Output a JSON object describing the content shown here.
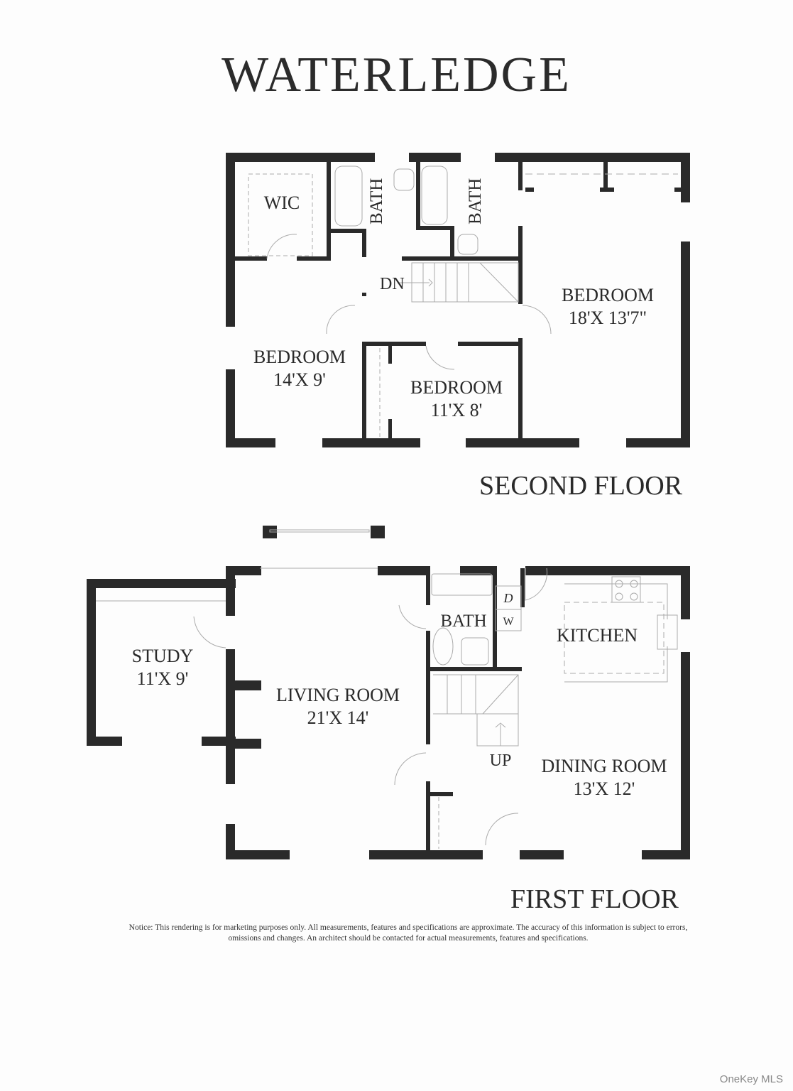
{
  "title": "WATERLEDGE",
  "second_floor": {
    "label": "SECOND FLOOR",
    "rooms": [
      {
        "name": "WIC",
        "dims": ""
      },
      {
        "name": "BATH",
        "dims": ""
      },
      {
        "name": "BATH",
        "dims": ""
      },
      {
        "name": "BEDROOM",
        "dims": "18'X 13'7\""
      },
      {
        "name": "BEDROOM",
        "dims": "14'X 9'"
      },
      {
        "name": "BEDROOM",
        "dims": "11'X 8'"
      }
    ],
    "stairs_label": "DN"
  },
  "first_floor": {
    "label": "FIRST FLOOR",
    "rooms": [
      {
        "name": "STUDY",
        "dims": "11'X 9'"
      },
      {
        "name": "LIVING ROOM",
        "dims": "21'X 14'"
      },
      {
        "name": "BATH",
        "dims": ""
      },
      {
        "name": "KITCHEN",
        "dims": ""
      },
      {
        "name": "DINING ROOM",
        "dims": "13'X 12'"
      }
    ],
    "stairs_label": "UP",
    "laundry": {
      "dryer": "D",
      "washer": "W"
    }
  },
  "notice": "Notice: This rendering is for marketing purposes only. All measurements, features and specifications are approximate. The accuracy of this information is subject to errors, omissions and changes. An architect should be contacted for actual measurements, features and specifications.",
  "watermark": "OneKey MLS"
}
